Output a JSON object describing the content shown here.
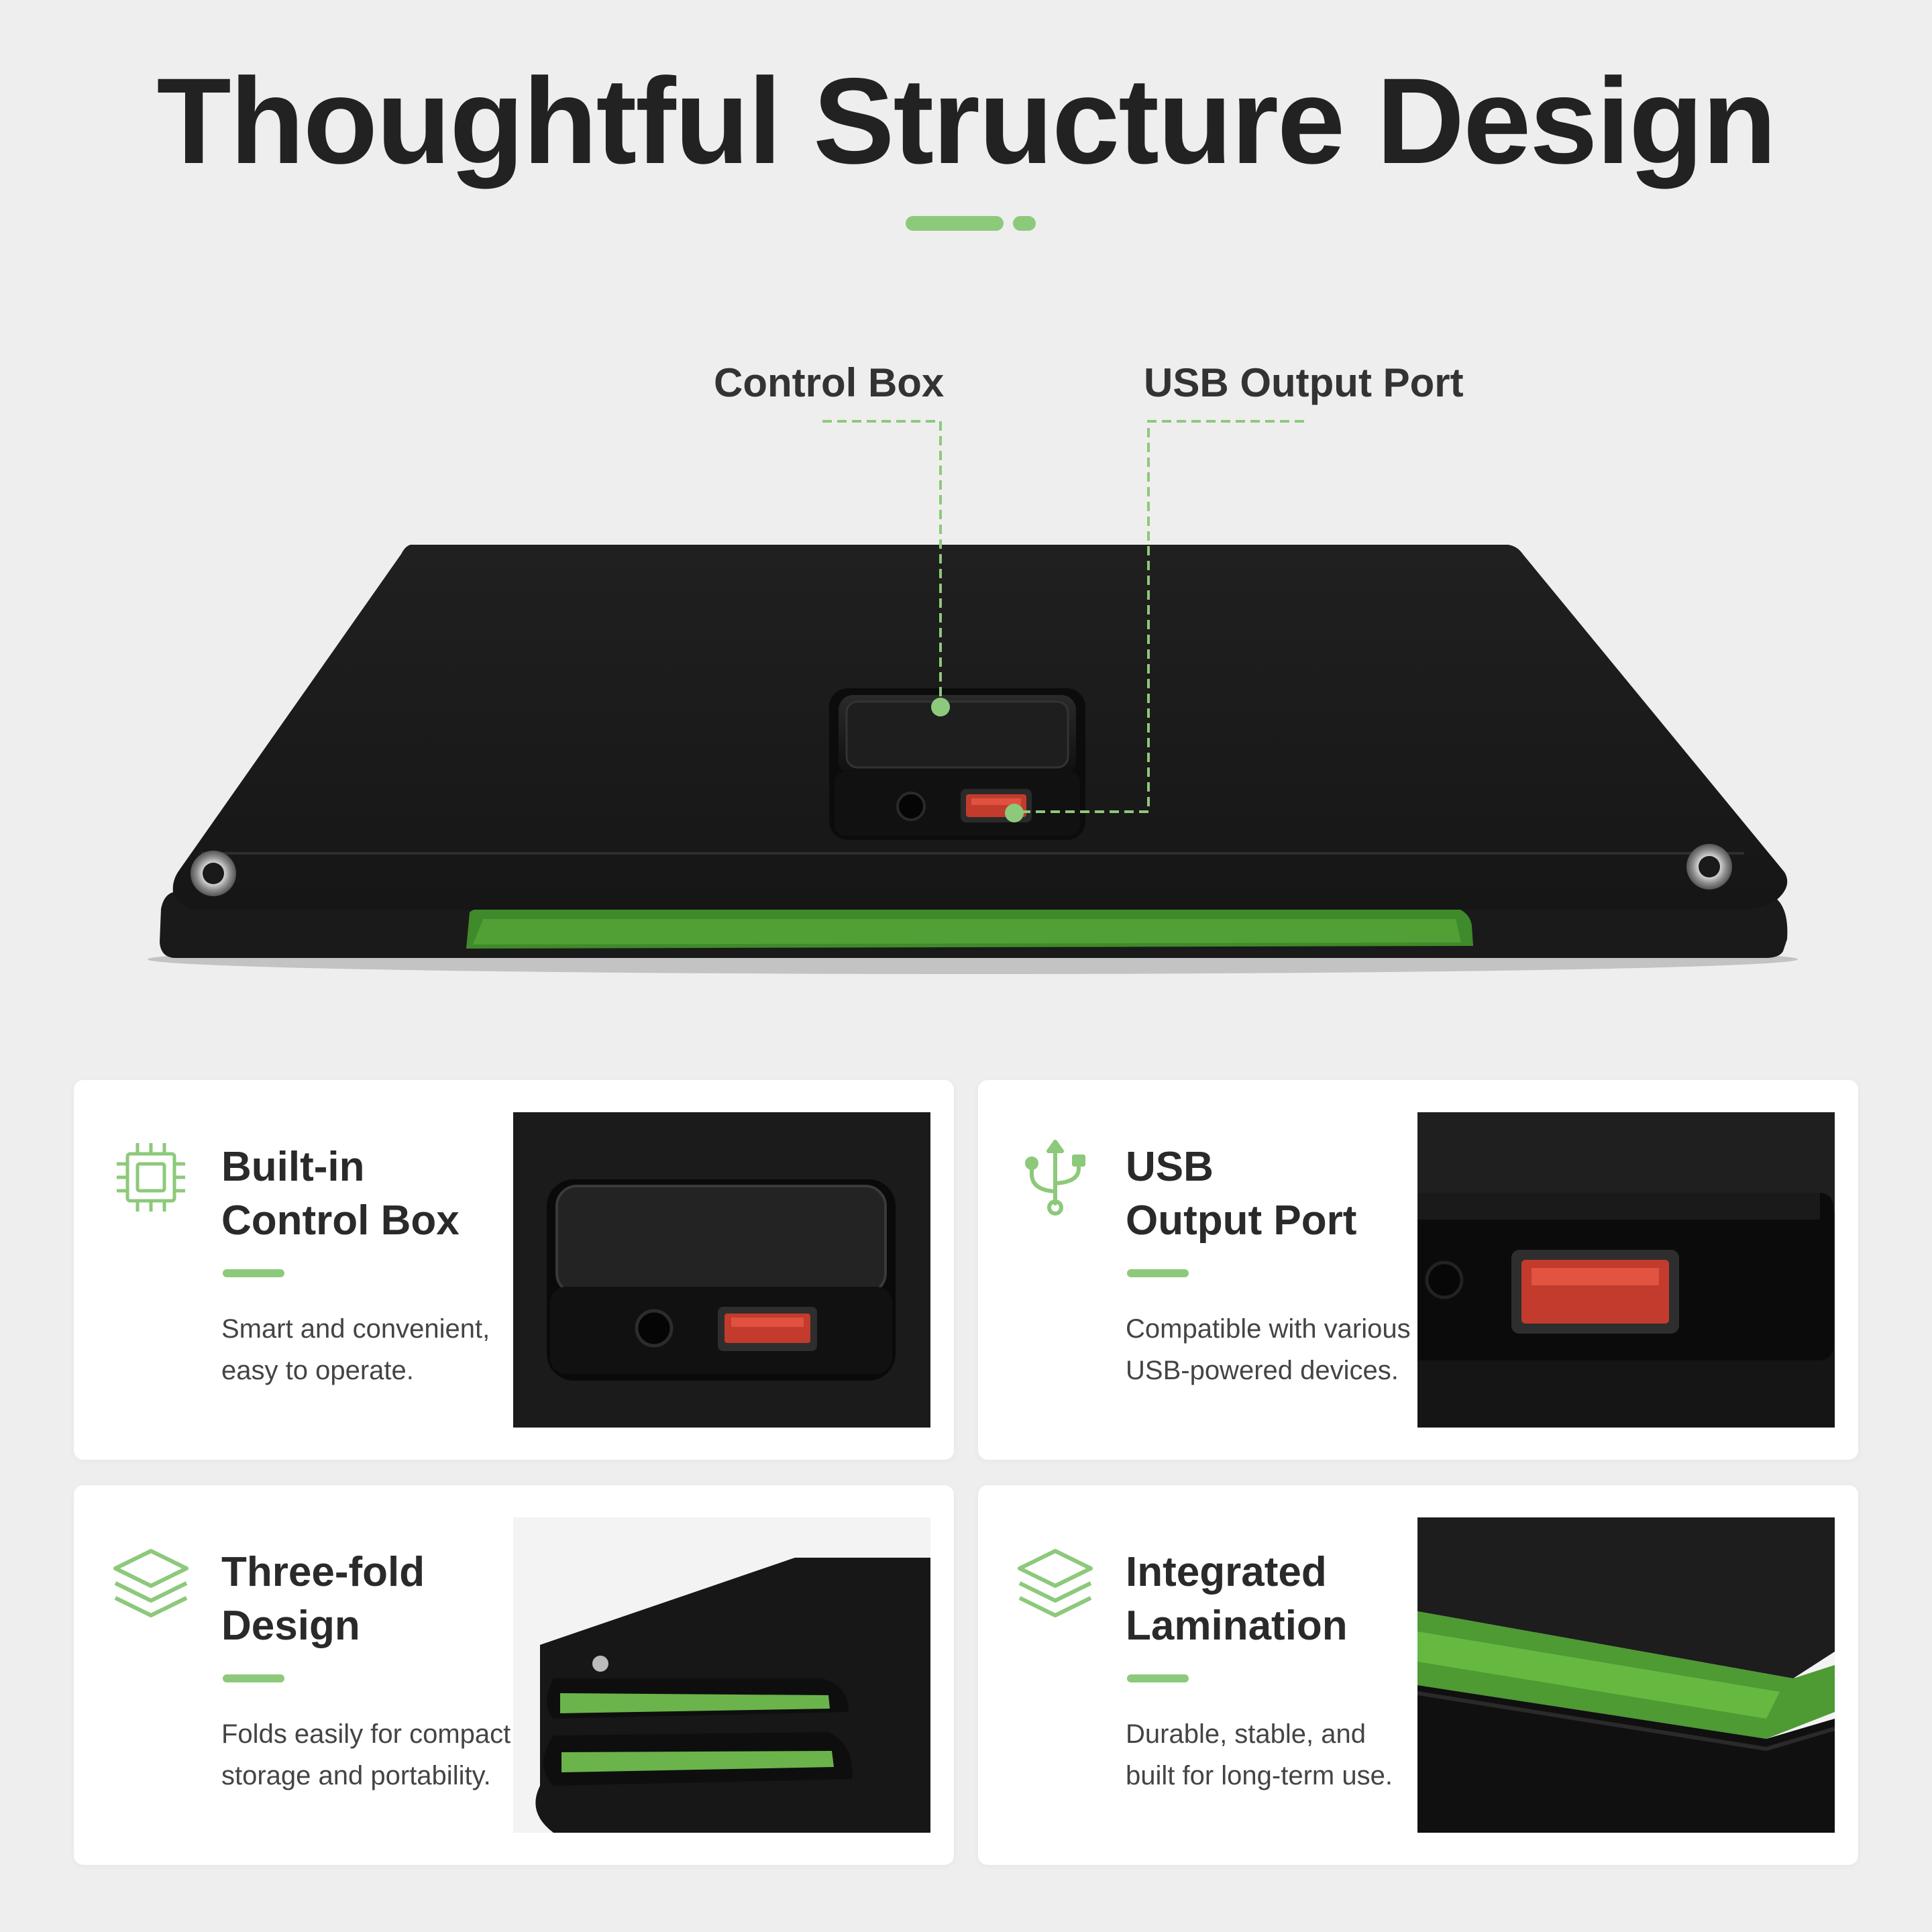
{
  "title": "Thoughtful Structure Design",
  "colors": {
    "accent": "#8dc97b",
    "panel": "#1c1c1c",
    "text": "#222222",
    "background": "#eeeeee"
  },
  "hero": {
    "callouts": [
      {
        "label": "Control Box"
      },
      {
        "label": "USB Output Port"
      }
    ]
  },
  "features": [
    {
      "icon": "chip-icon",
      "title_lines": [
        "Built-in",
        "Control Box"
      ],
      "description_lines": [
        "Smart and convenient,",
        "easy to operate."
      ]
    },
    {
      "icon": "usb-icon",
      "title_lines": [
        "USB",
        "Output Port"
      ],
      "description_lines": [
        "Compatible with various",
        "USB-powered devices."
      ]
    },
    {
      "icon": "layers-icon",
      "title_lines": [
        "Three-fold",
        "Design"
      ],
      "description_lines": [
        "Folds easily for compact",
        "storage and portability."
      ]
    },
    {
      "icon": "layers-icon",
      "title_lines": [
        "Integrated",
        "Lamination"
      ],
      "description_lines": [
        "Durable, stable, and",
        "built for long-term use."
      ]
    }
  ]
}
